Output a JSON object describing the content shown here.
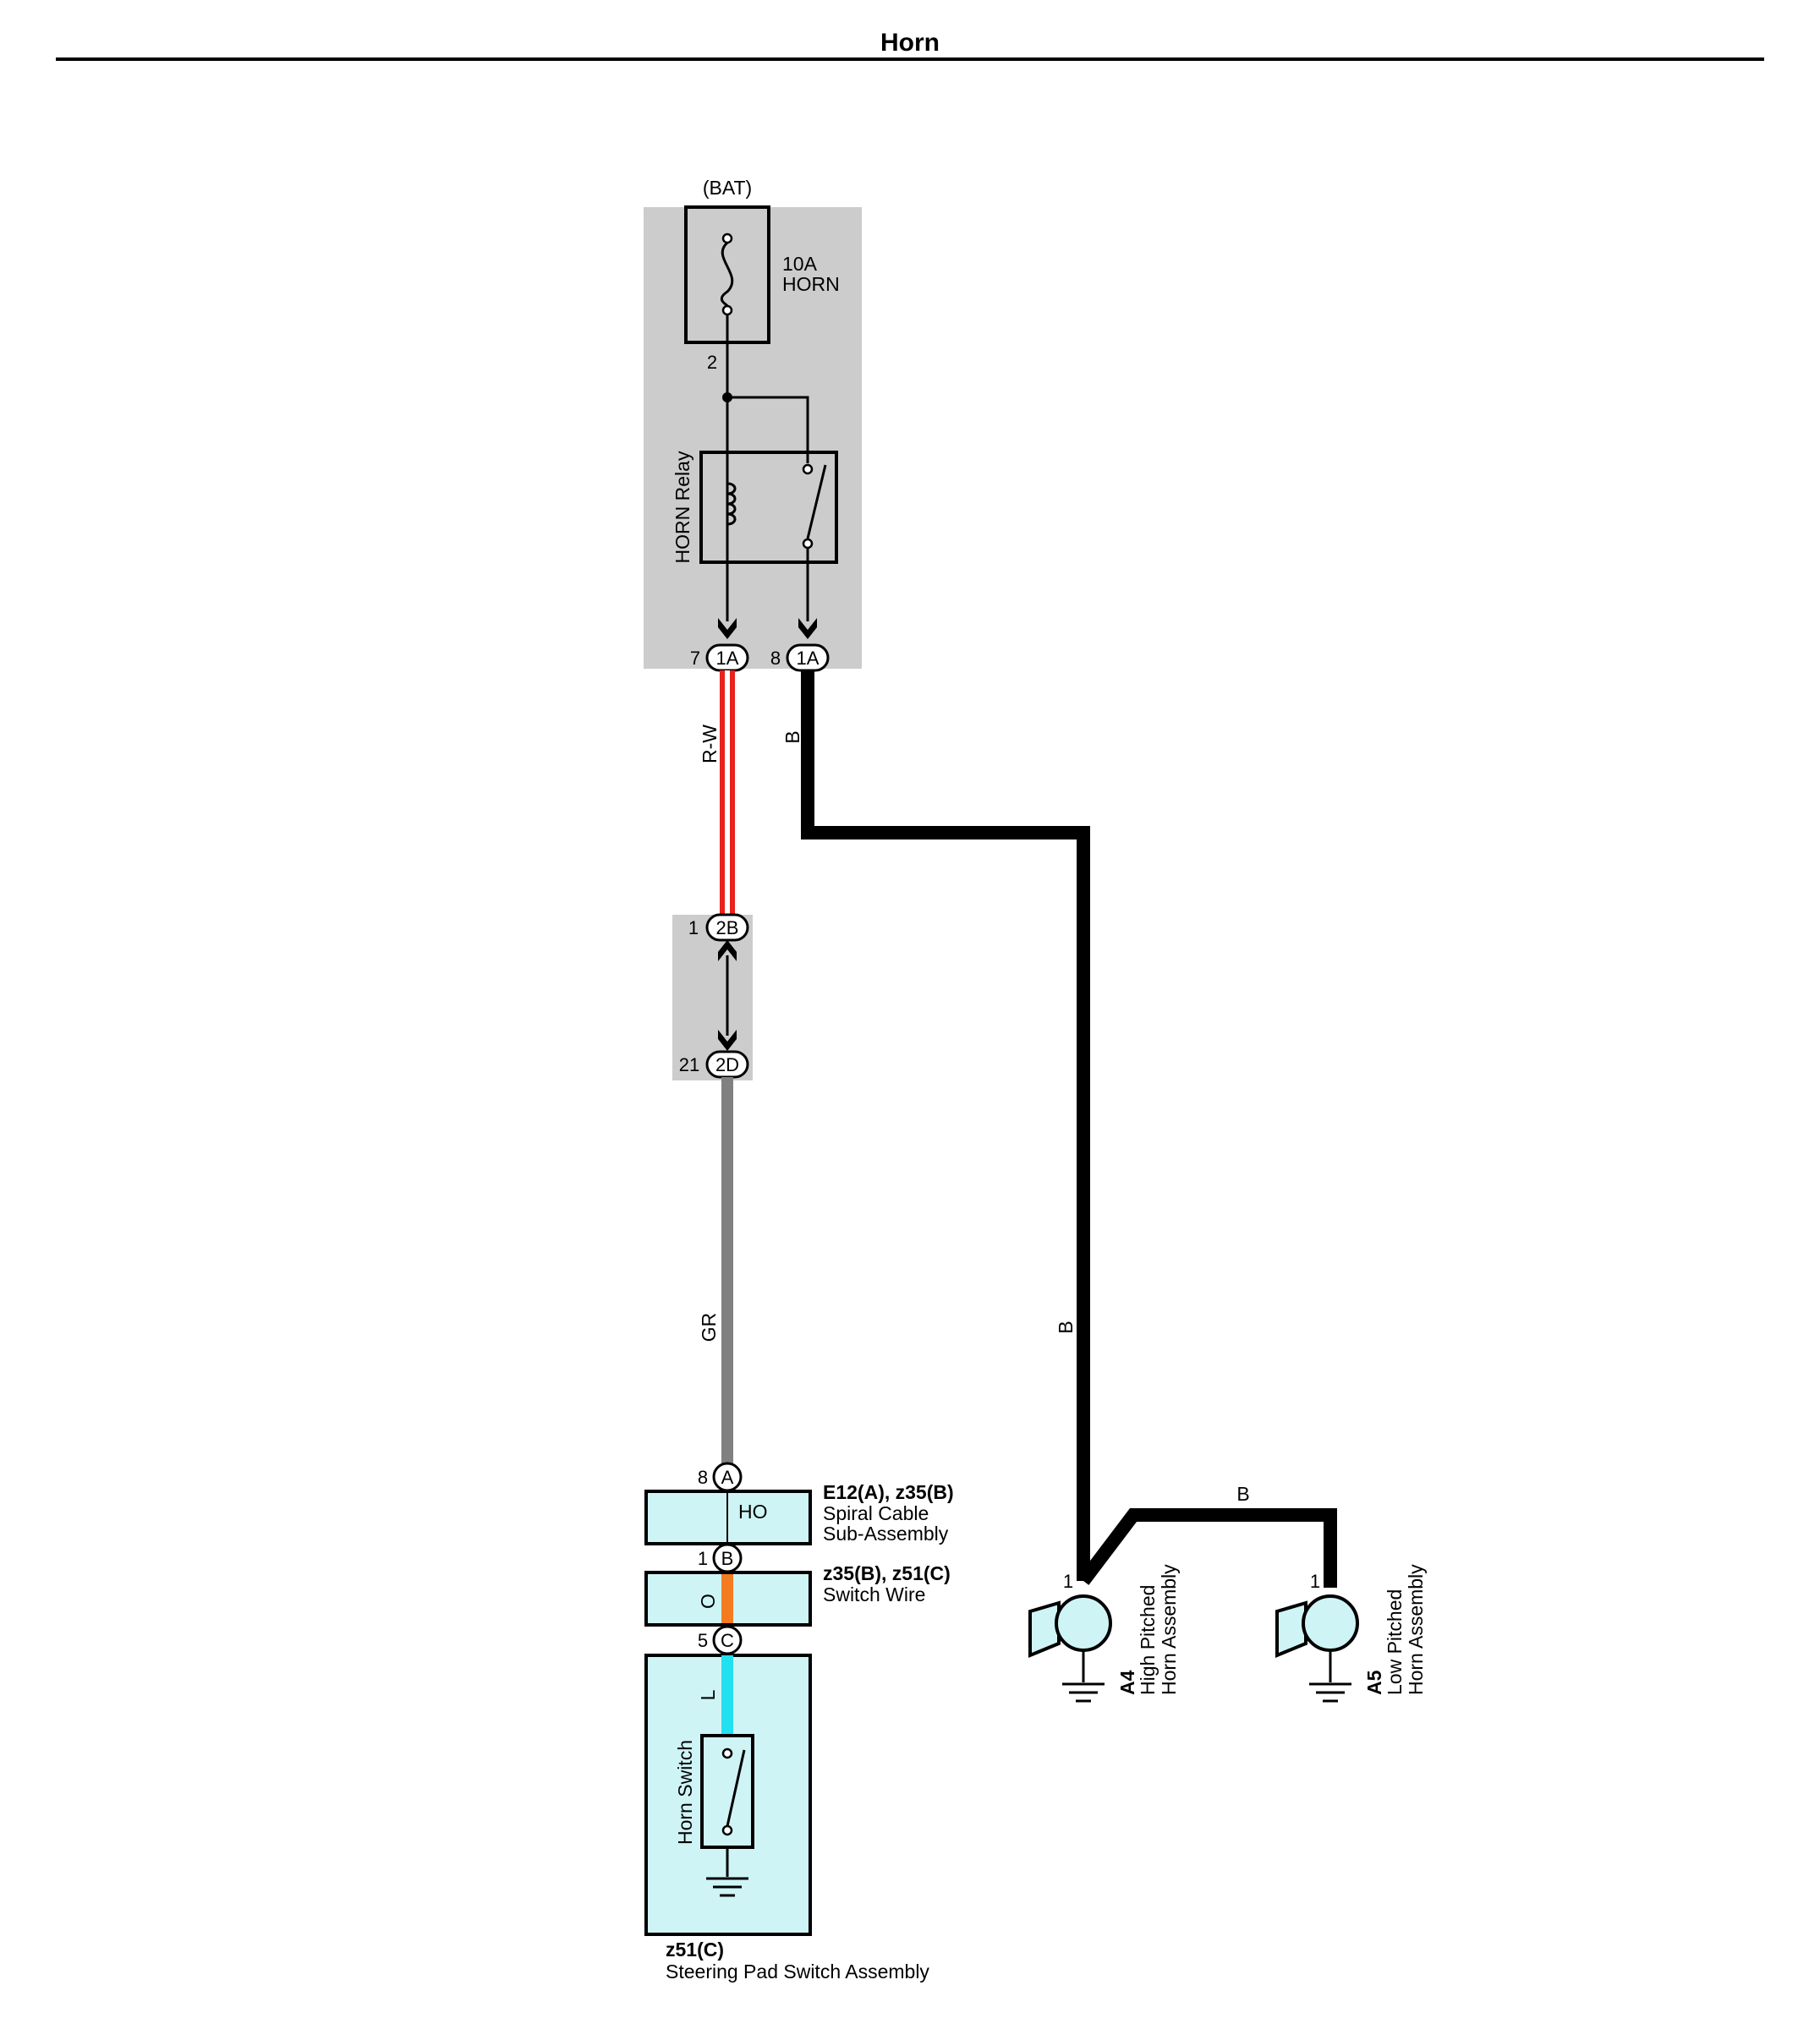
{
  "title": "Horn",
  "power_source": "(BAT)",
  "fuse": {
    "rating": "10A",
    "name": "HORN",
    "out_pin": "2"
  },
  "relay": {
    "name": "HORN Relay"
  },
  "connectors": {
    "c1a_coil": {
      "pin": "7",
      "code": "1A"
    },
    "c1a_switch": {
      "pin": "8",
      "code": "1A"
    },
    "c2b": {
      "pin": "1",
      "code": "2B"
    },
    "c2d": {
      "pin": "21",
      "code": "2D"
    },
    "spiral_in": {
      "pin": "8",
      "code": "A"
    },
    "spiral_out": {
      "pin": "1",
      "code": "B"
    },
    "switch_wire_out": {
      "pin": "5",
      "code": "C"
    }
  },
  "wires": {
    "rw": {
      "label": "R-W",
      "color": "#e8221c"
    },
    "b_top": {
      "label": "B",
      "color": "#000000"
    },
    "b_mid": {
      "label": "B"
    },
    "b_bridge": {
      "label": "B"
    },
    "gr": {
      "label": "GR",
      "color": "#808080"
    },
    "o": {
      "label": "O",
      "color": "#f47b20"
    },
    "l": {
      "label": "L",
      "color": "#22e0f0"
    }
  },
  "components": {
    "spiral_cable": {
      "codes": "E12(A), z35(B)",
      "line1": "Spiral Cable",
      "line2": "Sub-Assembly",
      "inner": "HO"
    },
    "switch_wire": {
      "codes": "z35(B), z51(C)",
      "name": "Switch Wire"
    },
    "horn_switch": {
      "name": "Horn Switch"
    },
    "steering_pad": {
      "code": "z51(C)",
      "name": "Steering Pad Switch Assembly"
    },
    "horn_high": {
      "code": "A4",
      "line1": "High Pitched",
      "line2": "Horn Assembly",
      "pin": "1"
    },
    "horn_low": {
      "code": "A5",
      "line1": "Low Pitched",
      "line2": "Horn Assembly",
      "pin": "1"
    }
  },
  "colors": {
    "relay_box": "#cccccc",
    "component_fill": "#cff4f6"
  }
}
